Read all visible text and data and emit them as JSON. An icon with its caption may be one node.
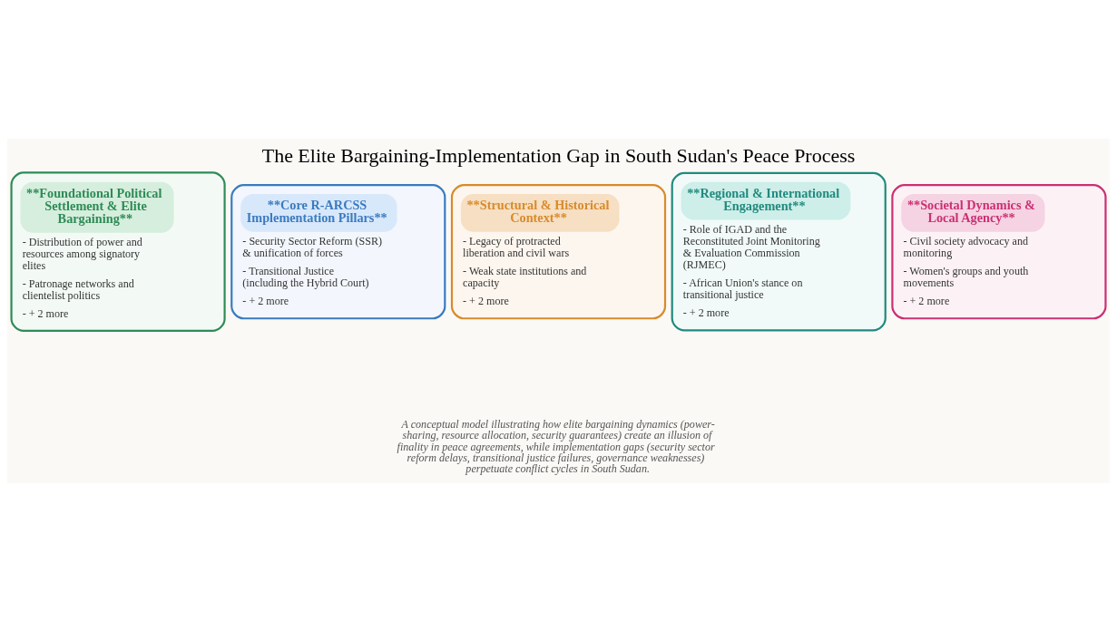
{
  "diagram": {
    "title": "The Elite Bargaining-Implementation Gap in South Sudan's Peace Process",
    "caption": "A conceptual model illustrating how elite bargaining dynamics (power-sharing, resource allocation, security guarantees) create an illusion of finality in peace agreements, while implementation gaps (security sector reform delays, transitional justice failures, governance weaknesses) perpetuate conflict cycles in South Sudan.",
    "nodes": [
      {
        "text": [
          "**Foundational Political Settlement & Elite Bargaining**",
          "- Distribution of power and resources among signatory elites",
          "- Patronage networks and clientelist politics",
          "- + 2 more"
        ]
      },
      {
        "text": [
          "**Core R-ARCSS Implementation Pillars**",
          "- Security Sector Reform (SSR) & unification of forces",
          "- Transitional Justice (including the Hybrid Court)",
          "- + 2 more"
        ]
      },
      {
        "text": [
          "**Structural & Historical Context**",
          "- Legacy of protracted liberation and civil wars",
          "- Weak state institutions and capacity",
          "- + 2 more"
        ]
      },
      {
        "text": [
          "**Regional & International Engagement**",
          "- Role of IGAD and the Reconstituted Joint Monitoring & Evaluation Commission (RJMEC)",
          "- African Union's stance on transitional justice",
          "- + 2 more"
        ]
      },
      {
        "text": [
          "**Societal Dynamics & Local Agency**",
          "- Civil society advocacy and monitoring",
          "- Women's groups and youth movements",
          "- + 2 more"
        ]
      }
    ],
    "edges": []
  }
}
